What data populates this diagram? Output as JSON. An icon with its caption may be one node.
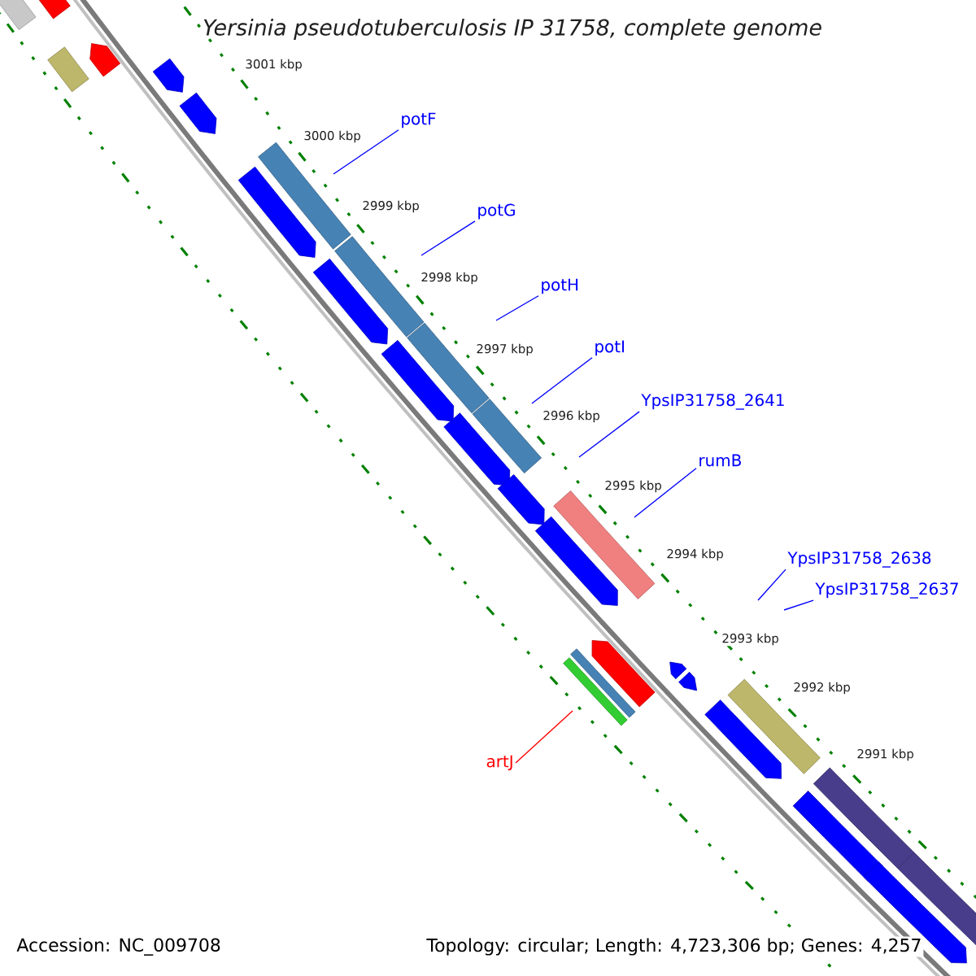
{
  "diagram": {
    "title": "Yersinia pseudotuberculosis IP 31758, complete genome",
    "nodes": [
      {
        "text": [
          "potF"
        ]
      },
      {
        "text": [
          "potG"
        ]
      },
      {
        "text": [
          "potH"
        ]
      },
      {
        "text": [
          "potI"
        ]
      },
      {
        "text": [
          "YpsIP31758_2641"
        ]
      },
      {
        "text": [
          "rumB"
        ]
      },
      {
        "text": [
          "YpsIP31758_2638"
        ]
      },
      {
        "text": [
          "YpsIP31758_2637"
        ]
      },
      {
        "text": [
          "artJ"
        ]
      }
    ],
    "edges": [
      {
        "from": 0,
        "to": null,
        "arrow": "none"
      },
      {
        "from": 1,
        "to": null,
        "arrow": "none"
      },
      {
        "from": 2,
        "to": null,
        "arrow": "none"
      },
      {
        "from": 3,
        "to": null,
        "arrow": "none"
      },
      {
        "from": 4,
        "to": null,
        "arrow": "none"
      },
      {
        "from": 5,
        "to": null,
        "arrow": "none"
      },
      {
        "from": 6,
        "to": null,
        "arrow": "none"
      },
      {
        "from": 7,
        "to": null,
        "arrow": "none"
      },
      {
        "from": 8,
        "to": null,
        "arrow": "none",
        "color": "#ff0000"
      }
    ],
    "labels": [
      "3001 kbp",
      "3000 kbp",
      "2999 kbp",
      "2998 kbp",
      "2997 kbp",
      "2996 kbp",
      "2995 kbp",
      "2994 kbp",
      "2993 kbp",
      "2992 kbp",
      "2991 kbp",
      "Accession: NC_009708",
      "Topology: circular; Length: 4,723,306 bp; Genes: 4,257"
    ]
  }
}
